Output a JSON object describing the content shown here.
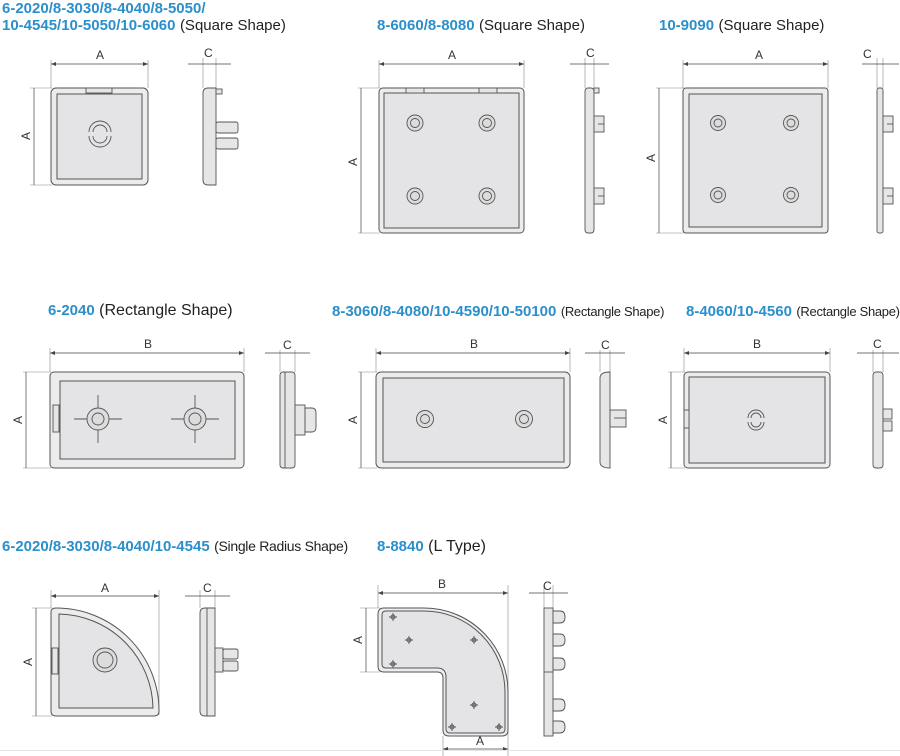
{
  "sections": [
    {
      "id": "sq1",
      "code_line1": "6-2020/8-3030/8-4040/8-5050/",
      "code_line2": "10-4545/10-5050/10-6060",
      "shape": "(Square Shape)",
      "dims": {
        "width": "A",
        "height": "A",
        "thickness": "C"
      }
    },
    {
      "id": "sq2",
      "code": "8-6060/8-8080",
      "shape": "(Square Shape)",
      "dims": {
        "width": "A",
        "height": "A",
        "thickness": "C"
      }
    },
    {
      "id": "sq3",
      "code": "10-9090",
      "shape": "(Square Shape)",
      "dims": {
        "width": "A",
        "height": "A",
        "thickness": "C"
      }
    },
    {
      "id": "rect1",
      "code": "6-2040",
      "shape": "(Rectangle Shape)",
      "dims": {
        "width": "B",
        "height": "A",
        "thickness": "C"
      }
    },
    {
      "id": "rect2",
      "code": "8-3060/8-4080/10-4590/10-50100",
      "shape": "(Rectangle Shape)",
      "dims": {
        "width": "B",
        "height": "A",
        "thickness": "C"
      }
    },
    {
      "id": "rect3",
      "code": "8-4060/10-4560",
      "shape": "(Rectangle Shape)",
      "dims": {
        "width": "B",
        "height": "A",
        "thickness": "C"
      }
    },
    {
      "id": "radius",
      "code": "6-2020/8-3030/8-4040/10-4545",
      "shape": "(Single Radius Shape)",
      "dims": {
        "width": "A",
        "height": "A",
        "thickness": "C"
      }
    },
    {
      "id": "ltype",
      "code": "8-8840",
      "shape": "(L Type)",
      "dims": {
        "width": "B",
        "height": "A",
        "bottom_width": "A",
        "thickness": "C"
      }
    }
  ],
  "colors": {
    "code": "#2b8fcc",
    "shape_text": "#222222",
    "part_fill": "#e6e6e6",
    "outline": "#555555"
  }
}
